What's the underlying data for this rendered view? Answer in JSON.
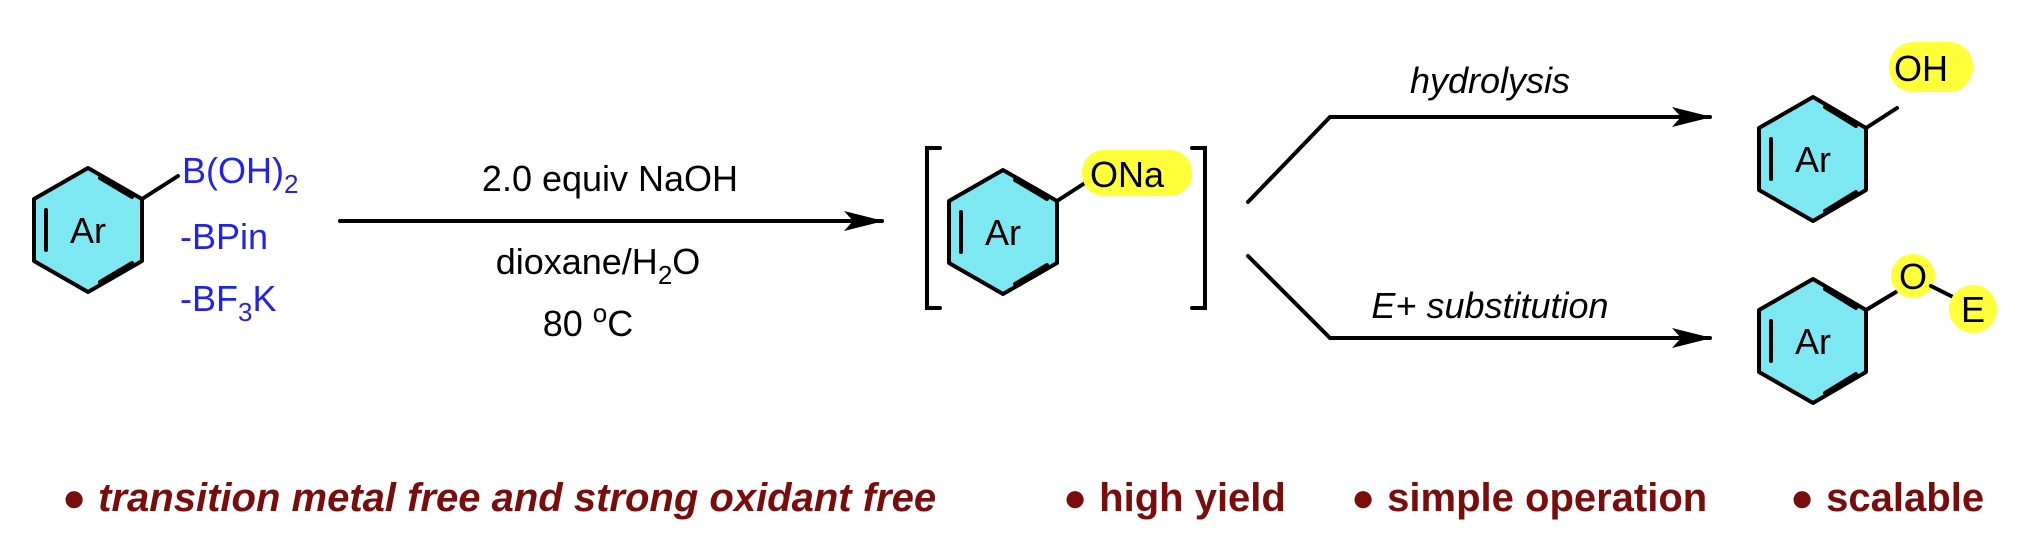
{
  "colors": {
    "ring_fill": "#7ee8f2",
    "highlight": "#ffff3a",
    "boron_text": "#1f24e6",
    "feature_text": "#7a0c0c"
  },
  "reactant": {
    "ring_label": "Ar",
    "groups": [
      "B(OH)",
      "-BPin",
      "-BF",
      "K"
    ],
    "subscripts": [
      "2",
      "3"
    ]
  },
  "conditions": {
    "reagent": "2.0 equiv NaOH",
    "solvent_a": "dioxane/H",
    "solvent_sub": "2",
    "solvent_b": "O",
    "temp_value": "80 ",
    "temp_sup": "o",
    "temp_unit": "C"
  },
  "intermediate": {
    "ring_label": "Ar",
    "group": "ONa"
  },
  "branch_top": {
    "label": "hydrolysis",
    "ring_label": "Ar",
    "group": "OH"
  },
  "branch_bottom": {
    "label": "E+ substitution",
    "ring_label": "Ar",
    "atom_o": "O",
    "atom_e": "E"
  },
  "features": [
    {
      "bullet": "●",
      "text": "transition metal free and strong oxidant free",
      "italic": true
    },
    {
      "bullet": "●",
      "text": "high yield",
      "italic": false
    },
    {
      "bullet": "●",
      "text": "simple operation",
      "italic": false
    },
    {
      "bullet": "●",
      "text": "scalable",
      "italic": false
    }
  ]
}
